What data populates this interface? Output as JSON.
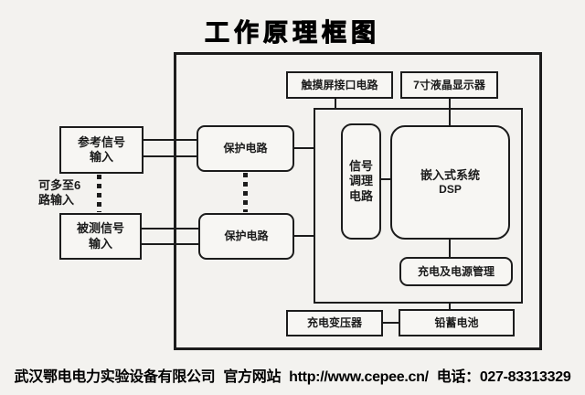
{
  "title": "工作原理框图",
  "blocks": {
    "touch_interface": "触摸屏接口电路",
    "lcd_display": "7寸液晶显示器",
    "reference_input": {
      "line1": "参考信号",
      "line2": "输入"
    },
    "measured_input": {
      "line1": "被测信号",
      "line2": "输入"
    },
    "protection": "保护电路",
    "signal_conditioning": {
      "line1": "信号",
      "line2": "调理",
      "line3": "电路"
    },
    "dsp": {
      "line1": "嵌入式系统",
      "line2": "DSP"
    },
    "charge_power": "充电及电源管理",
    "charging_transformer": "充电变压器",
    "battery": "铅蓄电池"
  },
  "annotations": {
    "multi_input": {
      "line1": "可多至6",
      "line2": "路输入"
    }
  },
  "footer": {
    "company": "武汉鄂电电力实验设备有限公司",
    "website_label": "官方网站",
    "url": "http://www.cepee.cn/",
    "phone": "电话：027-83313329"
  },
  "colors": {
    "line": "#1c1c1c",
    "background": "#f3f2ef",
    "box_fill": "#f7f6f3",
    "text": "#111111"
  }
}
